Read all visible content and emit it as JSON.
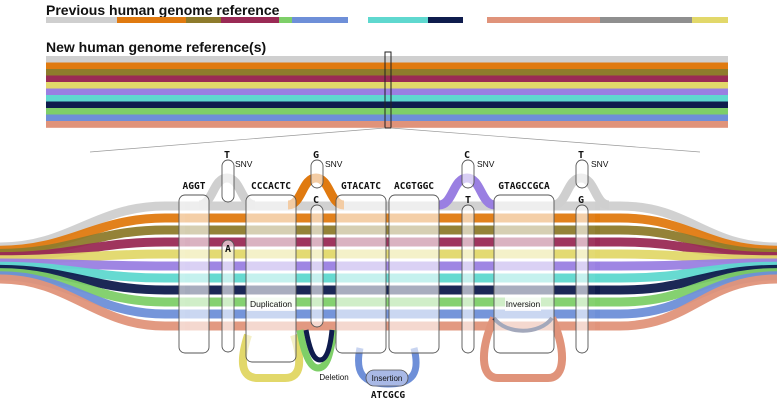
{
  "titles": {
    "previous": "Previous human genome reference",
    "new": "New human genome reference(s)"
  },
  "colors": {
    "grey": "#cfcfcf",
    "orange": "#e07a10",
    "olive": "#8e7b2c",
    "maroon": "#9a2a55",
    "green": "#7ecf68",
    "blue": "#6e8fd8",
    "teal": "#5fd8cf",
    "navy": "#0f1c4d",
    "salmon": "#e0937a",
    "darkgrey": "#8f8f8f",
    "yellow": "#e2d86a",
    "purple": "#9a7fe2"
  },
  "previous_segments": [
    "grey",
    "orange",
    "olive",
    "maroon",
    "green",
    "blue",
    "teal",
    "navy",
    "salmon",
    "darkgrey",
    "yellow"
  ],
  "new_bands": [
    "grey",
    "orange",
    "olive",
    "maroon",
    "yellow",
    "purple",
    "teal",
    "navy",
    "green",
    "blue",
    "salmon"
  ],
  "sequences": {
    "s1": "AGGT",
    "s2": "CCCACTC",
    "s3": "GTACATC",
    "s4": "ACGTGGC",
    "s5": "GTAGCCGCA",
    "insert": "ATCGCG"
  },
  "variants": {
    "snv1_top": "T",
    "snv1_bottom": "A",
    "snv2_top": "G",
    "snv2_bottom": "C",
    "snv3_top": "C",
    "snv3_bottom": "T",
    "snv4_top": "T",
    "snv4_bottom": "G",
    "snv_label": "SNV"
  },
  "labels": {
    "duplication": "Duplication",
    "deletion": "Deletion",
    "insertion": "Insertion",
    "inversion": "Inversion"
  }
}
